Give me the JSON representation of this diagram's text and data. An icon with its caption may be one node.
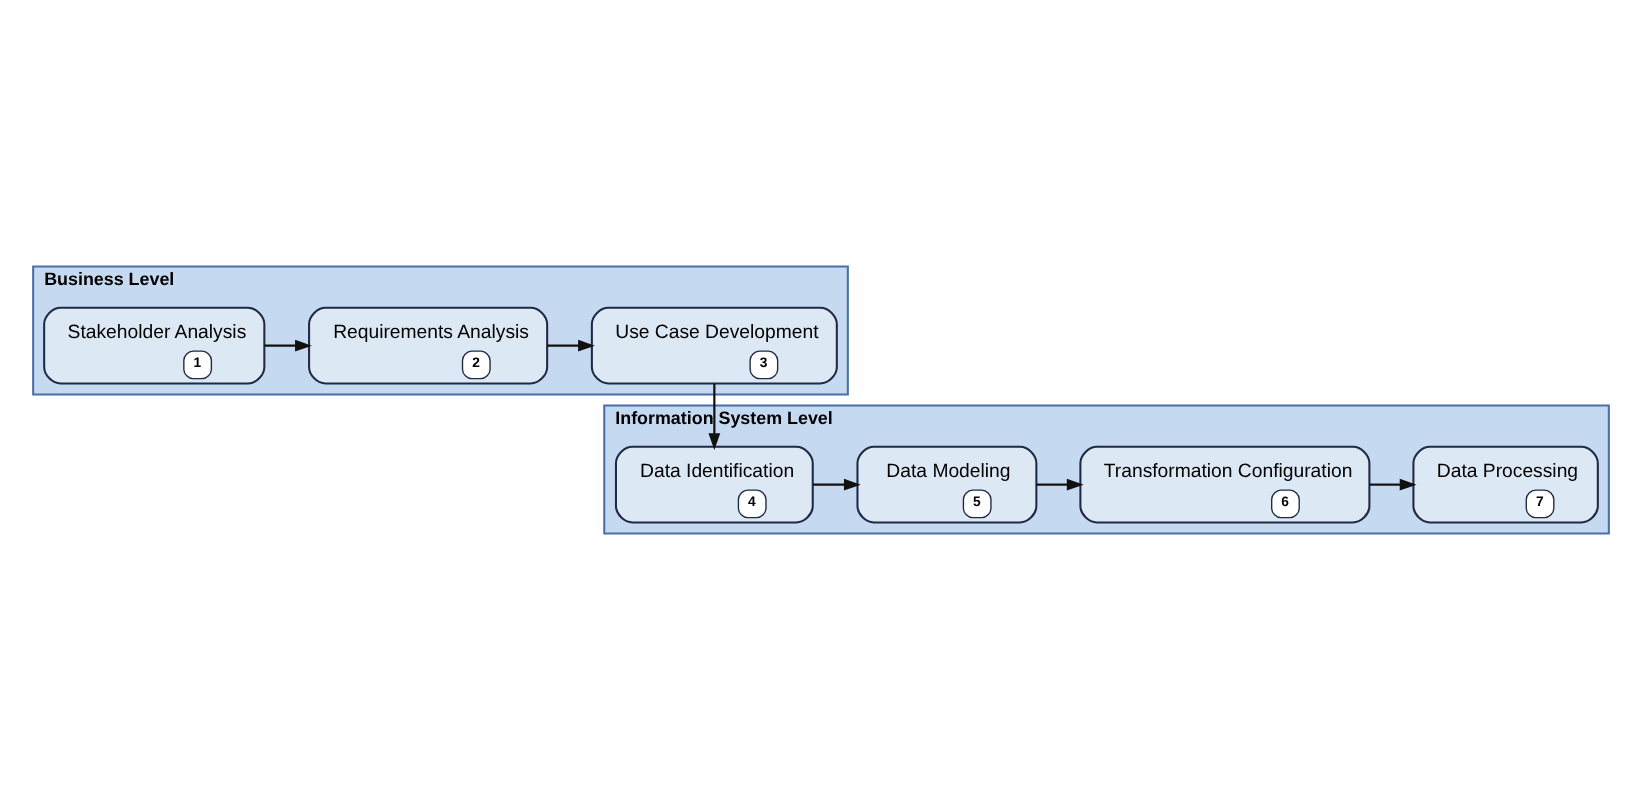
{
  "diagram": {
    "nodes": [
      {
        "text": [
          "Business Level"
        ]
      },
      {
        "text": [
          "Stakeholder Analysis",
          "1"
        ],
        "in": 0
      },
      {
        "text": [
          "Requirements Analysis",
          "2"
        ],
        "in": 0
      },
      {
        "text": [
          "Use Case Development",
          "3"
        ],
        "in": 0
      },
      {
        "text": [
          "Information System Level"
        ]
      },
      {
        "text": [
          "Data Identification",
          "4"
        ],
        "in": 4
      },
      {
        "text": [
          "Data Modeling",
          "5"
        ],
        "in": 4
      },
      {
        "text": [
          "Transformation Configuration",
          "6"
        ],
        "in": 4
      },
      {
        "text": [
          "Data Processing",
          "7"
        ],
        "in": 4
      }
    ],
    "edges": [
      {
        "from": 1,
        "to": 2,
        "arrow": "to"
      },
      {
        "from": 2,
        "to": 3,
        "arrow": "to"
      },
      {
        "from": 3,
        "to": 5,
        "arrow": "to"
      },
      {
        "from": 5,
        "to": 6,
        "arrow": "to"
      },
      {
        "from": 6,
        "to": 7,
        "arrow": "to"
      },
      {
        "from": 7,
        "to": 8,
        "arrow": "to"
      }
    ]
  }
}
